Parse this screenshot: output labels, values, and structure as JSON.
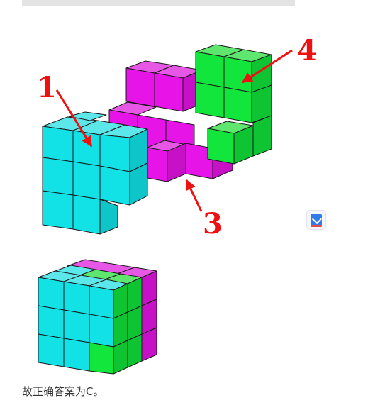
{
  "figure": {
    "labels": [
      "1",
      "3",
      "4"
    ],
    "colors": {
      "cyan": "#12e2e6",
      "magenta": "#e614e6",
      "green": "#12e63c",
      "arrow": "#ee1111",
      "outline": "#1a1a1a"
    }
  },
  "floating_icon": "study-app-icon",
  "answer_text": "故正确答案为C。"
}
